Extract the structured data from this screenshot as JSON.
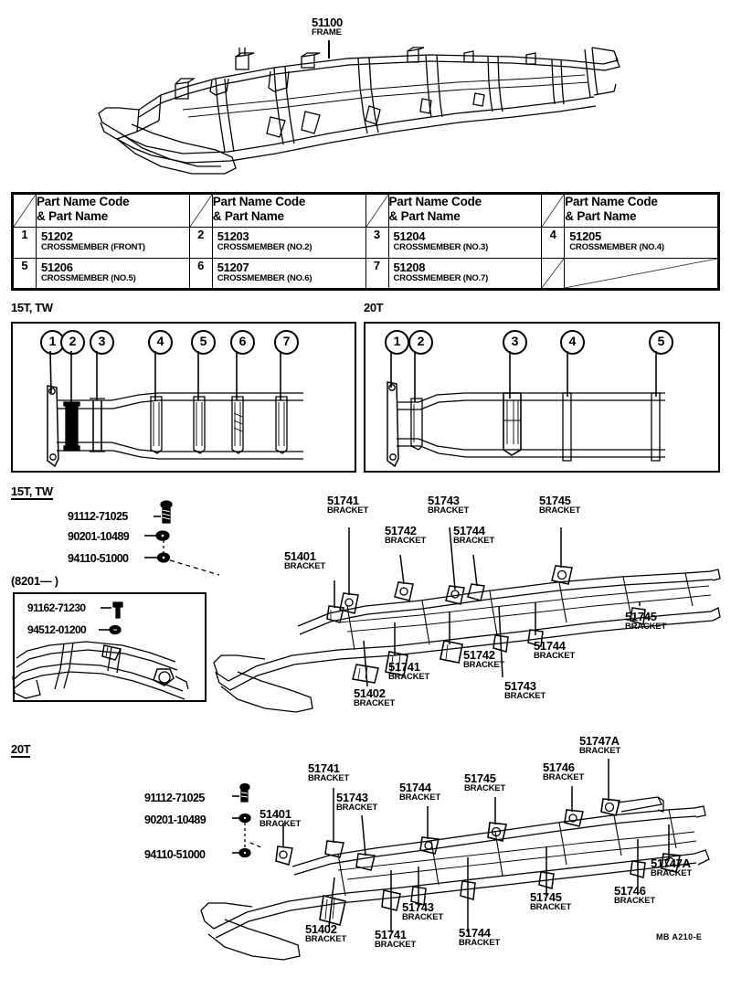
{
  "figure": {
    "main_part_code": "51100",
    "main_part_name": "FRAME",
    "figure_code": "MB A210-E"
  },
  "parts_table": {
    "header": "Part Name Code\n& Part Name",
    "header_line1": "Part Name Code",
    "header_line2": "& Part Name",
    "rows": [
      [
        {
          "idx": "1",
          "code": "51202",
          "name": "CROSSMEMBER (FRONT)"
        },
        {
          "idx": "2",
          "code": "51203",
          "name": "CROSSMEMBER (NO.2)"
        },
        {
          "idx": "3",
          "code": "51204",
          "name": "CROSSMEMBER (NO.3)"
        },
        {
          "idx": "4",
          "code": "51205",
          "name": "CROSSMEMBER (NO.4)"
        }
      ],
      [
        {
          "idx": "5",
          "code": "51206",
          "name": "CROSSMEMBER (NO.5)"
        },
        {
          "idx": "6",
          "code": "51207",
          "name": "CROSSMEMBER (NO.6)"
        },
        {
          "idx": "7",
          "code": "51208",
          "name": "CROSSMEMBER (NO.7)"
        },
        {
          "idx": "",
          "code": "",
          "name": ""
        }
      ]
    ]
  },
  "index_panels": {
    "left": {
      "title": "15T, TW",
      "callouts": [
        "1",
        "2",
        "3",
        "4",
        "5",
        "6",
        "7"
      ]
    },
    "right": {
      "title": "20T",
      "callouts": [
        "1",
        "2",
        "3",
        "4",
        "5"
      ]
    }
  },
  "section_15t": {
    "title": "15T, TW",
    "fasteners": [
      {
        "code": "91112-71025"
      },
      {
        "code": "90201-10489"
      },
      {
        "code": "94110-51000"
      }
    ],
    "inset": {
      "date_note": "(8201—          )",
      "fasteners": [
        {
          "code": "91162-71230"
        },
        {
          "code": "94512-01200"
        }
      ]
    },
    "brackets_upper": [
      {
        "code": "51401",
        "name": "BRACKET"
      },
      {
        "code": "51741",
        "name": "BRACKET"
      },
      {
        "code": "51742",
        "name": "BRACKET"
      },
      {
        "code": "51743",
        "name": "BRACKET"
      },
      {
        "code": "51744",
        "name": "BRACKET"
      },
      {
        "code": "51745",
        "name": "BRACKET"
      }
    ],
    "brackets_lower": [
      {
        "code": "51402",
        "name": "BRACKET"
      },
      {
        "code": "51741",
        "name": "BRACKET"
      },
      {
        "code": "51742",
        "name": "BRACKET"
      },
      {
        "code": "51743",
        "name": "BRACKET"
      },
      {
        "code": "51744",
        "name": "BRACKET"
      },
      {
        "code": "51745",
        "name": "BRACKET"
      }
    ]
  },
  "section_20t": {
    "title": "20T",
    "fasteners": [
      {
        "code": "91112-71025"
      },
      {
        "code": "90201-10489"
      },
      {
        "code": "94110-51000"
      }
    ],
    "brackets_upper": [
      {
        "code": "51401",
        "name": "BRACKET"
      },
      {
        "code": "51741",
        "name": "BRACKET"
      },
      {
        "code": "51743",
        "name": "BRACKET"
      },
      {
        "code": "51744",
        "name": "BRACKET"
      },
      {
        "code": "51745",
        "name": "BRACKET"
      },
      {
        "code": "51746",
        "name": "BRACKET"
      },
      {
        "code": "51747A",
        "name": "BRACKET"
      }
    ],
    "brackets_lower": [
      {
        "code": "51402",
        "name": "BRACKET"
      },
      {
        "code": "51741",
        "name": "BRACKET"
      },
      {
        "code": "51743",
        "name": "BRACKET"
      },
      {
        "code": "51744",
        "name": "BRACKET"
      },
      {
        "code": "51745",
        "name": "BRACKET"
      },
      {
        "code": "51746",
        "name": "BRACKET"
      },
      {
        "code": "51747A",
        "name": "BRACKET"
      }
    ]
  }
}
